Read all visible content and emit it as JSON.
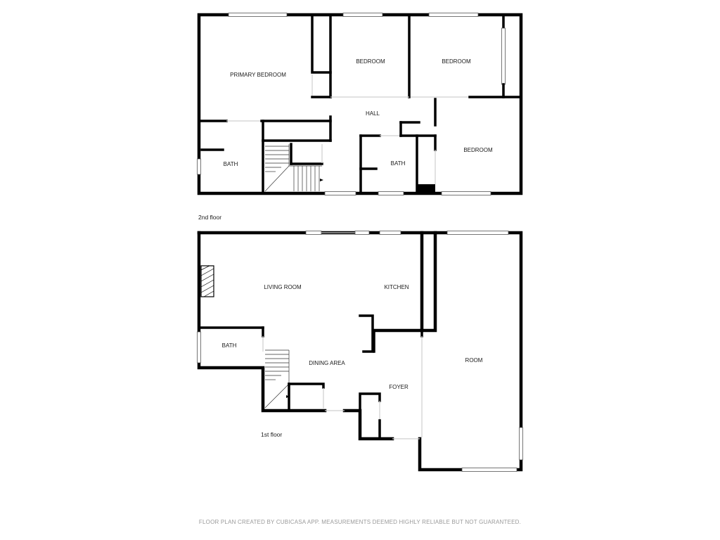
{
  "floors": [
    {
      "label": "2nd floor",
      "rooms": [
        {
          "name": "PRIMARY BEDROOM"
        },
        {
          "name": "BEDROOM"
        },
        {
          "name": "BEDROOM"
        },
        {
          "name": "HALL"
        },
        {
          "name": "BATH"
        },
        {
          "name": "BATH"
        },
        {
          "name": "BEDROOM"
        }
      ]
    },
    {
      "label": "1st floor",
      "rooms": [
        {
          "name": "LIVING ROOM"
        },
        {
          "name": "KITCHEN"
        },
        {
          "name": "BATH"
        },
        {
          "name": "DINING AREA"
        },
        {
          "name": "ROOM"
        },
        {
          "name": "FOYER"
        }
      ]
    }
  ],
  "footer": "FLOOR PLAN CREATED BY CUBICASA APP. MEASUREMENTS DEEMED HIGHLY RELIABLE BUT NOT GUARANTEED."
}
